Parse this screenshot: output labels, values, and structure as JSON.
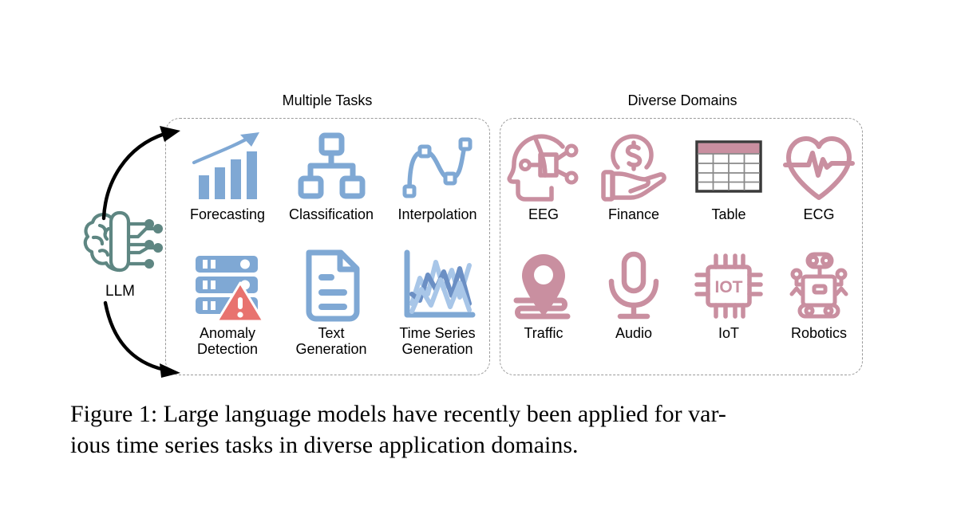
{
  "figure": {
    "caption_line1": "Figure 1: Large language models have recently been applied for var-",
    "caption_line2": "ious time series tasks in diverse application domains."
  },
  "colors": {
    "blue": "#7FA8D4",
    "blue_light": "#A8C6E8",
    "blue_dark": "#6B8FC4",
    "pink": "#C98FA0",
    "pink_light": "#D3A1B0",
    "teal": "#5E8682",
    "red": "#E8736F",
    "dashed_border": "#9a9a9a",
    "table_border": "#3a3a3a",
    "arrow": "#000000"
  },
  "source": {
    "label": "LLM",
    "icon": "brain-circuit-icon"
  },
  "arrows": [
    {
      "name": "arrow-llm-to-tasks",
      "direction": "curve-up-right"
    },
    {
      "name": "arrow-llm-to-domains",
      "direction": "curve-down-right"
    }
  ],
  "tasks_panel": {
    "title": "Multiple Tasks",
    "items": [
      {
        "label": "Forecasting",
        "icon": "bar-chart-growth-icon",
        "lines": [
          "Forecasting"
        ]
      },
      {
        "label": "Classification",
        "icon": "hierarchy-tree-icon",
        "lines": [
          "Classification"
        ]
      },
      {
        "label": "Interpolation",
        "icon": "curve-nodes-icon",
        "lines": [
          "Interpolation"
        ]
      },
      {
        "label": "Anomaly Detection",
        "icon": "server-alert-icon",
        "lines": [
          "Anomaly",
          "Detection"
        ]
      },
      {
        "label": "Text Generation",
        "icon": "document-lines-icon",
        "lines": [
          "Text",
          "Generation"
        ]
      },
      {
        "label": "Time Series Generation",
        "icon": "multi-line-chart-icon",
        "lines": [
          "Time Series",
          "Generation"
        ]
      }
    ]
  },
  "domains_panel": {
    "title": "Diverse Domains",
    "items": [
      {
        "label": "EEG",
        "icon": "head-circuit-icon"
      },
      {
        "label": "Finance",
        "icon": "hand-dollar-coin-icon"
      },
      {
        "label": "Table",
        "icon": "table-grid-icon"
      },
      {
        "label": "ECG",
        "icon": "heart-pulse-icon"
      },
      {
        "label": "Traffic",
        "icon": "map-pin-road-icon"
      },
      {
        "label": "Audio",
        "icon": "microphone-icon"
      },
      {
        "label": "IoT",
        "icon": "chip-iot-icon",
        "chip_text": "IOT"
      },
      {
        "label": "Robotics",
        "icon": "robot-icon"
      }
    ]
  }
}
